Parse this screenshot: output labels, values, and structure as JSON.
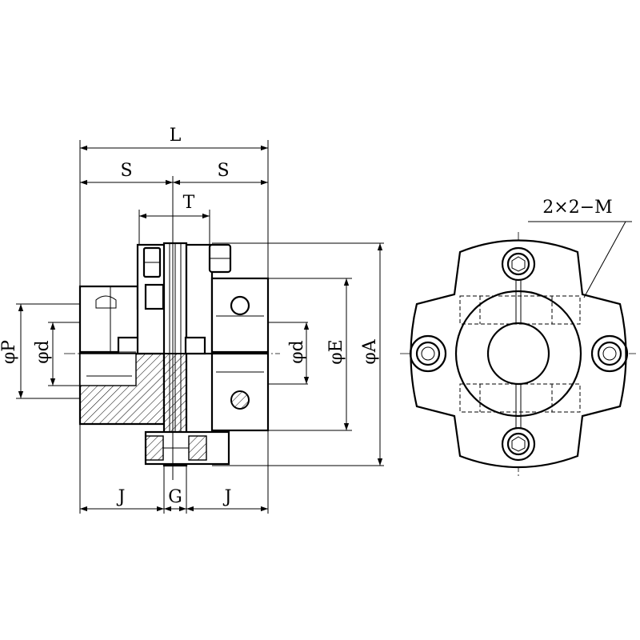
{
  "labels": {
    "L": "L",
    "S_left": "S",
    "S_right": "S",
    "T": "T",
    "phiP": "φP",
    "phid_left": "φd",
    "phid_right": "φd",
    "phiE": "φE",
    "phiA": "φA",
    "J_left": "J",
    "G": "G",
    "J_right": "J",
    "M_callout": "2×2−M"
  }
}
